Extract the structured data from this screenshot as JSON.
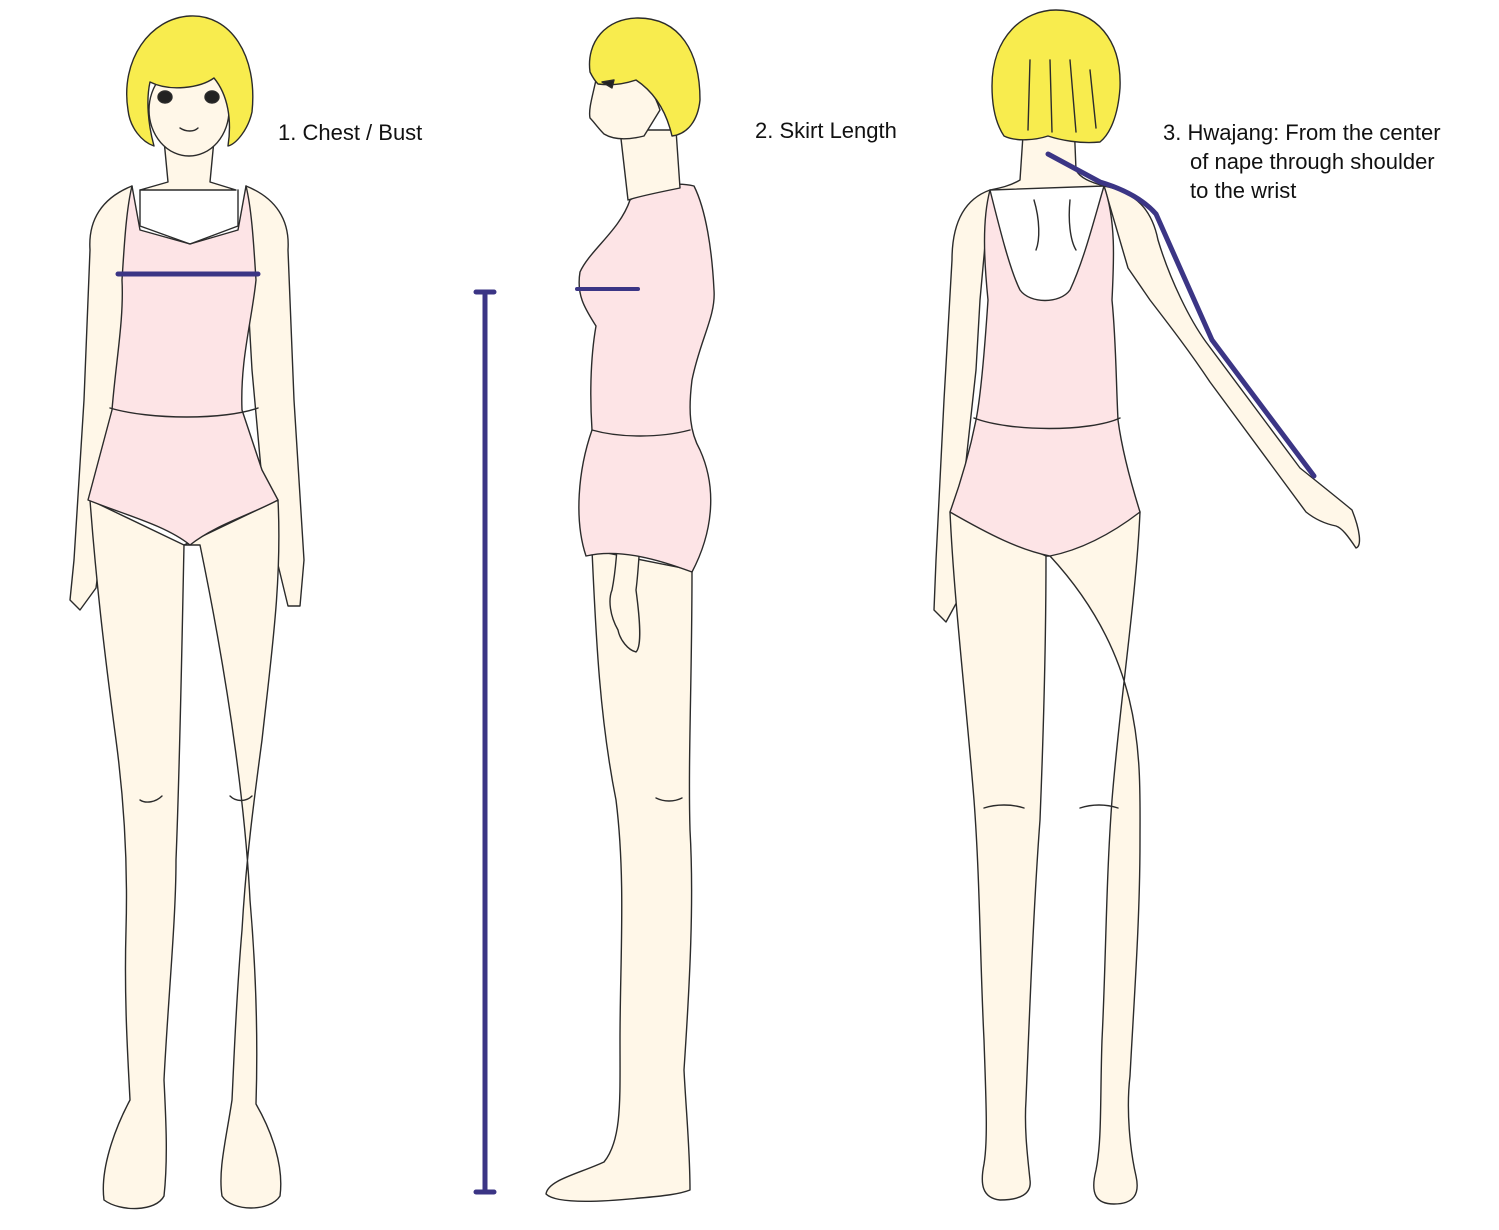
{
  "colors": {
    "hair": "#f8ec4e",
    "skin": "#fff7e8",
    "swimsuit": "#fde4e6",
    "outline": "#2b2b2b",
    "measure_line": "#3b3585"
  },
  "labels": {
    "chest": "1. Chest / Bust",
    "skirt": "2. Skirt Length",
    "hwajang_line1": "3. Hwajang: From the center",
    "hwajang_line2": "of nape through shoulder",
    "hwajang_line3": "to the wrist"
  }
}
